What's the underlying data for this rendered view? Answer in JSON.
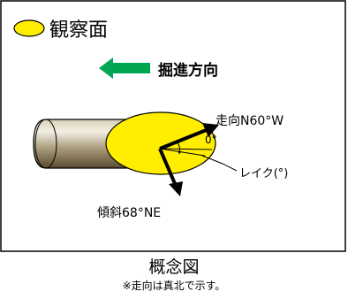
{
  "legend": {
    "label": "観察面",
    "ellipse_color": "#ffee00"
  },
  "advance": {
    "label": "掘進方向",
    "arrow_color": "#00a651"
  },
  "labels": {
    "strike": "走向N60°W",
    "angle": "0°",
    "rake": "レイク(°)",
    "dip": "傾斜68°NE"
  },
  "caption": {
    "title": "概念図",
    "note": "※走向は真北で示す。"
  },
  "colors": {
    "frame": "#000000",
    "borehole_light": "#e8e2d0",
    "borehole_dark": "#6b5b3a",
    "observation_face": "#ffee00",
    "arrow": "#000000"
  }
}
